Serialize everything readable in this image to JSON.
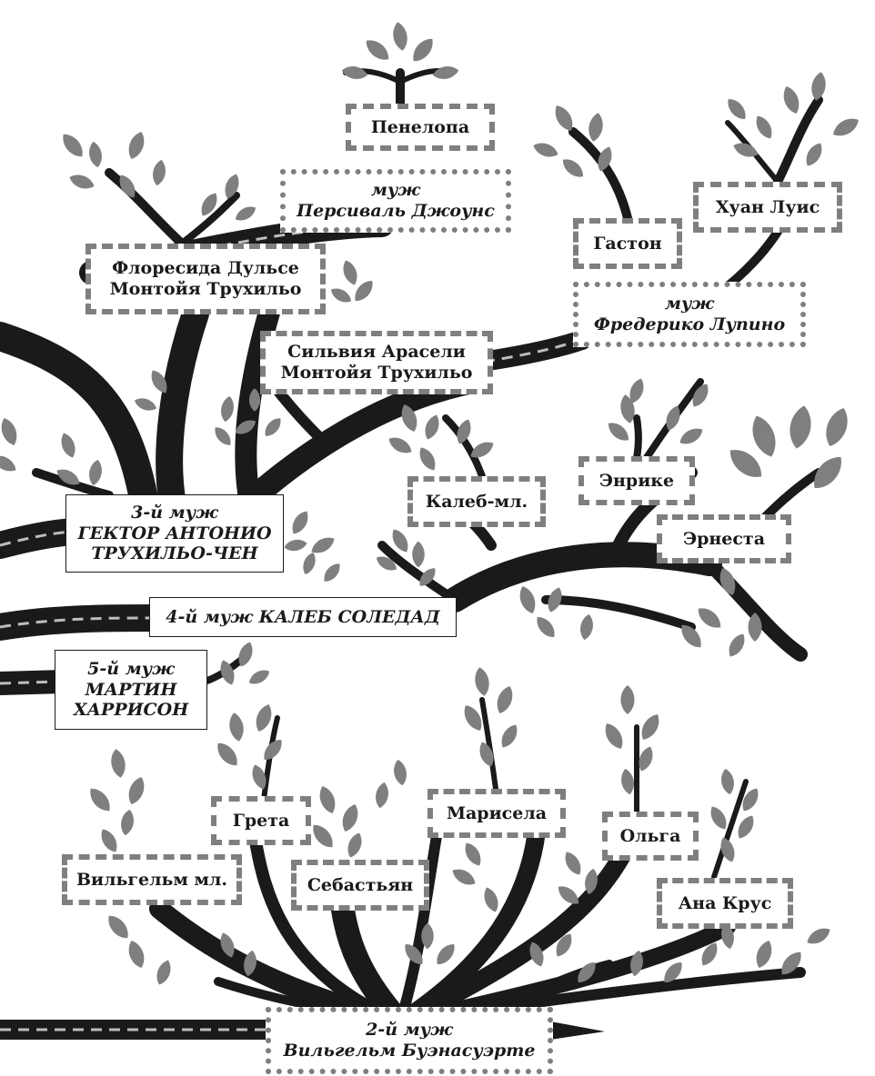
{
  "people": {
    "penelope": "Пенелопа",
    "penelope_husband": {
      "role": "муж",
      "name": "Персиваль Джоунс"
    },
    "floresida": {
      "line1": "Флоресида Дульсе",
      "line2": "Монтойя Трухильо"
    },
    "silvia": {
      "line1": "Сильвия Арасели",
      "line2": "Монтойя Трухильо"
    },
    "gaston": "Гастон",
    "juan_luis": "Хуан Луис",
    "silvia_husband": {
      "role": "муж",
      "name": "Фредерико Лупино"
    },
    "caleb_jr": "Калеб-мл.",
    "enrique": "Энрике",
    "ernesta": "Эрнеста",
    "greta": "Грета",
    "marisela": "Марисела",
    "olga": "Ольга",
    "wilhelm_jr": "Вильгельм мл.",
    "sebastian": "Себастьян",
    "ana_cruz": "Ана Крус"
  },
  "husbands": {
    "third": {
      "line1": "3-й муж",
      "line2": "ГЕКТОР АНТОНИО",
      "line3": "ТРУХИЛЬО-ЧЕН"
    },
    "fourth": "4-й муж КАЛЕБ СОЛЕДАД",
    "fifth": {
      "line1": "5-й муж",
      "line2": "МАРТИН",
      "line3": "ХАРРИСОН"
    },
    "second": {
      "line1": "2-й муж",
      "line2": "Вильгельм Буэнасуэрте"
    }
  },
  "colors": {
    "branch": "#1a1a1a",
    "leaf": "#7f7f7f",
    "border": "#7f7f7f",
    "road_dash": "#bdbdbd"
  }
}
